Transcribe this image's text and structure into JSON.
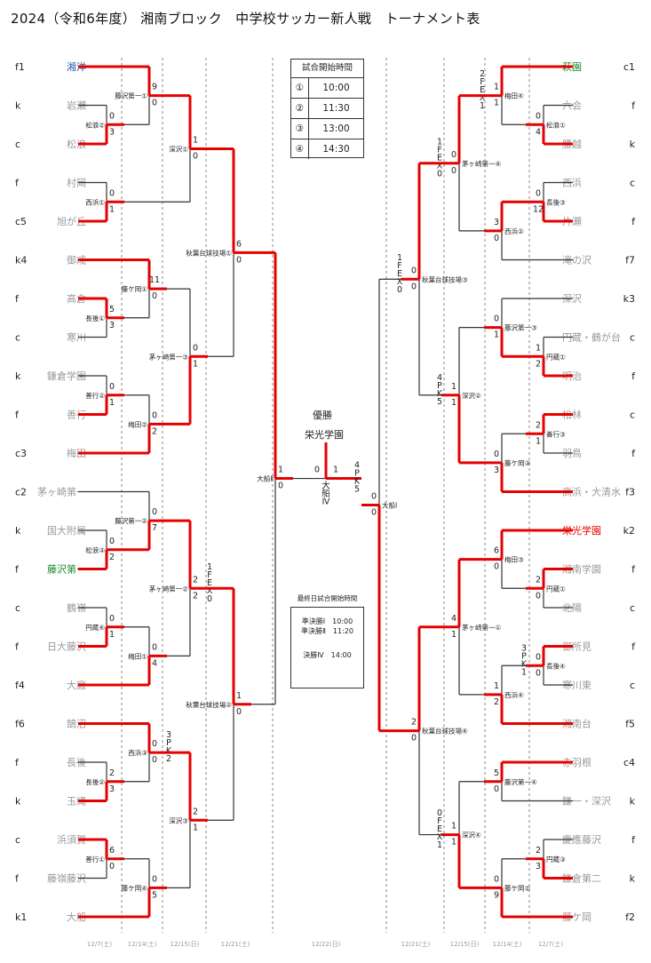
{
  "title": "2024（令和6年度） 湘南ブロック　中学校サッカー新人戦　トーナメント表",
  "colors": {
    "winner_line": "#e60000",
    "line": "#333333",
    "gray_team": "#999999",
    "blue_team": "#1f5fb4",
    "green_team": "#1b8a2e",
    "red_team": "#e60000"
  },
  "schedule": {
    "header": "試合開始時間",
    "rows": [
      {
        "num": "①",
        "time": "10:00"
      },
      {
        "num": "②",
        "time": "11:30"
      },
      {
        "num": "③",
        "time": "13:00"
      },
      {
        "num": "④",
        "time": "14:30"
      }
    ]
  },
  "final_day": {
    "header": "最終日試合開始時間",
    "sf1": "準決勝Ⅰ　10:00",
    "sf2": "準決勝Ⅱ　11:20",
    "final": "決勝Ⅳ　14:00"
  },
  "champion": {
    "label": "優勝",
    "name": "栄光学園"
  },
  "left_teams": [
    {
      "seed": "f1",
      "name": "湘洋",
      "style": "blue"
    },
    {
      "seed": "k",
      "name": "岩瀬",
      "style": "gray"
    },
    {
      "seed": "c",
      "name": "松浪",
      "style": "gray"
    },
    {
      "seed": "f",
      "name": "村岡",
      "style": "gray"
    },
    {
      "seed": "c5",
      "name": "旭が丘",
      "style": "gray"
    },
    {
      "seed": "k4",
      "name": "御成",
      "style": "gray"
    },
    {
      "seed": "f",
      "name": "高倉",
      "style": "gray"
    },
    {
      "seed": "c",
      "name": "寒川",
      "style": "gray"
    },
    {
      "seed": "k",
      "name": "鎌倉学園",
      "style": "gray"
    },
    {
      "seed": "f",
      "name": "善行",
      "style": "gray"
    },
    {
      "seed": "c3",
      "name": "梅田",
      "style": "gray"
    },
    {
      "seed": "c2",
      "name": "茅ヶ崎第一",
      "style": "gray"
    },
    {
      "seed": "k",
      "name": "国大附属",
      "style": "gray"
    },
    {
      "seed": "f",
      "name": "藤沢第一",
      "style": "green"
    },
    {
      "seed": "c",
      "name": "鶴嶺",
      "style": "gray"
    },
    {
      "seed": "f",
      "name": "日大藤沢",
      "style": "gray"
    },
    {
      "seed": "f4",
      "name": "大庭",
      "style": "gray"
    },
    {
      "seed": "f6",
      "name": "鵠沼",
      "style": "gray"
    },
    {
      "seed": "f",
      "name": "長後",
      "style": "gray"
    },
    {
      "seed": "k",
      "name": "玉縄",
      "style": "gray"
    },
    {
      "seed": "c",
      "name": "浜須賀",
      "style": "gray"
    },
    {
      "seed": "f",
      "name": "藤嶺藤沢",
      "style": "gray"
    },
    {
      "seed": "k1",
      "name": "大船",
      "style": "gray"
    }
  ],
  "right_teams": [
    {
      "seed": "c1",
      "name": "萩園",
      "style": "green"
    },
    {
      "seed": "f",
      "name": "六会",
      "style": "gray"
    },
    {
      "seed": "k",
      "name": "腰越",
      "style": "gray"
    },
    {
      "seed": "c",
      "name": "西浜",
      "style": "gray"
    },
    {
      "seed": "f",
      "name": "片瀬",
      "style": "gray"
    },
    {
      "seed": "f7",
      "name": "滝の沢",
      "style": "gray"
    },
    {
      "seed": "k3",
      "name": "深沢",
      "style": "gray"
    },
    {
      "seed": "c",
      "name": "円蔵・鶴が台",
      "style": "gray"
    },
    {
      "seed": "f",
      "name": "明治",
      "style": "gray"
    },
    {
      "seed": "c",
      "name": "松林",
      "style": "gray"
    },
    {
      "seed": "f",
      "name": "羽鳥",
      "style": "gray"
    },
    {
      "seed": "f3",
      "name": "高浜・大清水",
      "style": "gray"
    },
    {
      "seed": "k2",
      "name": "栄光学園",
      "style": "red"
    },
    {
      "seed": "f",
      "name": "湘南学園",
      "style": "gray"
    },
    {
      "seed": "c",
      "name": "北陽",
      "style": "gray"
    },
    {
      "seed": "f",
      "name": "御所見",
      "style": "gray"
    },
    {
      "seed": "c",
      "name": "寒川東",
      "style": "gray"
    },
    {
      "seed": "f5",
      "name": "湘南台",
      "style": "gray"
    },
    {
      "seed": "c4",
      "name": "赤羽根",
      "style": "gray"
    },
    {
      "seed": "k",
      "name": "鎌一・深沢",
      "style": "gray"
    },
    {
      "seed": "f",
      "name": "慶應藤沢",
      "style": "gray"
    },
    {
      "seed": "k",
      "name": "鎌倉第二",
      "style": "gray"
    },
    {
      "seed": "f2",
      "name": "藤ケ岡",
      "style": "gray"
    }
  ],
  "dates": {
    "left": [
      "12/7(土)",
      "12/14(土)",
      "12/15(日)",
      "12/21(土)"
    ],
    "center": "12/22(日)",
    "right": [
      "12/21(土)",
      "12/15(日)",
      "12/14(土)",
      "12/7(土)"
    ]
  },
  "venues": {
    "L_r1": [
      "松浪②",
      "西浜①",
      "長後①",
      "善行②",
      "松浪③",
      "円蔵④",
      "長後②",
      "善行①"
    ],
    "L_r2": [
      "藤沢第一①",
      "藤ケ岡①",
      "梅田②",
      "藤沢第一②",
      "梅田①",
      "西浜③",
      "藤ケ岡④"
    ],
    "L_r3": [
      "深沢①",
      "茅ヶ崎第一③",
      "茅ヶ崎第一②",
      "深沢③"
    ],
    "L_r4": [
      "秋葉台球技場①",
      "秋葉台球技場②"
    ],
    "L_sf": "大船Ⅱ",
    "R_r1": [
      "松浪①",
      "長後③",
      "円蔵①",
      "善行③",
      "円蔵①",
      "長後④",
      "円蔵③"
    ],
    "R_r2": [
      "梅田④",
      "西浜②",
      "藤沢第一③",
      "藤ケ岡③",
      "梅田③",
      "西浜④",
      "藤沢第一④",
      "藤ケ岡②"
    ],
    "R_r3": [
      "茅ヶ崎第一④",
      "深沢②",
      "茅ヶ崎第一①",
      "深沢④"
    ],
    "R_r4": [
      "秋葉台球技場③",
      "秋葉台球技場④"
    ],
    "R_sf": "大船Ⅰ",
    "final": "大船Ⅳ"
  },
  "scores": {
    "L_r1": [
      [
        "0",
        "3"
      ],
      [
        "0",
        "1"
      ],
      [
        "5",
        "3"
      ],
      [
        "0",
        "1"
      ],
      [
        "0",
        "2"
      ],
      [
        "0",
        "1"
      ],
      [
        "2",
        "3"
      ],
      [
        "6",
        "0"
      ]
    ],
    "L_r2": [
      [
        "9",
        "0"
      ],
      [
        "11",
        "0"
      ],
      [
        "0",
        "2"
      ],
      [
        "0",
        "7"
      ],
      [
        "0",
        "4"
      ],
      [
        "0",
        "0"
      ],
      [
        "0",
        "5"
      ]
    ],
    "L_r3": [
      [
        "1",
        "0"
      ],
      [
        "0",
        "1"
      ],
      [
        "2",
        "2"
      ],
      [
        "2",
        "1"
      ]
    ],
    "L_r4": [
      [
        "6",
        "0"
      ],
      [
        "1",
        "0"
      ]
    ],
    "L_sf": [
      "1",
      "0"
    ],
    "R_r1": [
      [
        "0",
        "4"
      ],
      [
        "0",
        "12"
      ],
      [
        "1",
        "2"
      ],
      [
        "2",
        "1"
      ],
      [
        "2",
        "0"
      ],
      [
        "0",
        "0"
      ],
      [
        "2",
        "3"
      ]
    ],
    "R_r2": [
      [
        "1",
        "1"
      ],
      [
        "3",
        "0"
      ],
      [
        "0",
        "1"
      ],
      [
        "0",
        "3"
      ],
      [
        "6",
        "0"
      ],
      [
        "1",
        "2"
      ],
      [
        "5",
        "0"
      ],
      [
        "0",
        "9"
      ]
    ],
    "R_r3": [
      [
        "0",
        "0"
      ],
      [
        "1",
        "1"
      ],
      [
        "4",
        "1"
      ],
      [
        "1",
        "1"
      ]
    ],
    "R_r4": [
      [
        "0",
        "0"
      ],
      [
        "2",
        "0"
      ]
    ],
    "R_sf": [
      "0",
      "0"
    ],
    "final": [
      "0",
      "1"
    ]
  },
  "notes": {
    "L_r3_3": "1FEX0",
    "L_r2_6": "3PK2",
    "R_r2_1": "2FEX1",
    "R_r3_1": "1FEX0",
    "R_r4_1": "1FEX0",
    "R_r3_2": "4PK5",
    "R_r1_6": "3PK1",
    "R_r3_4": "0FEX1",
    "final": "4PK5"
  }
}
